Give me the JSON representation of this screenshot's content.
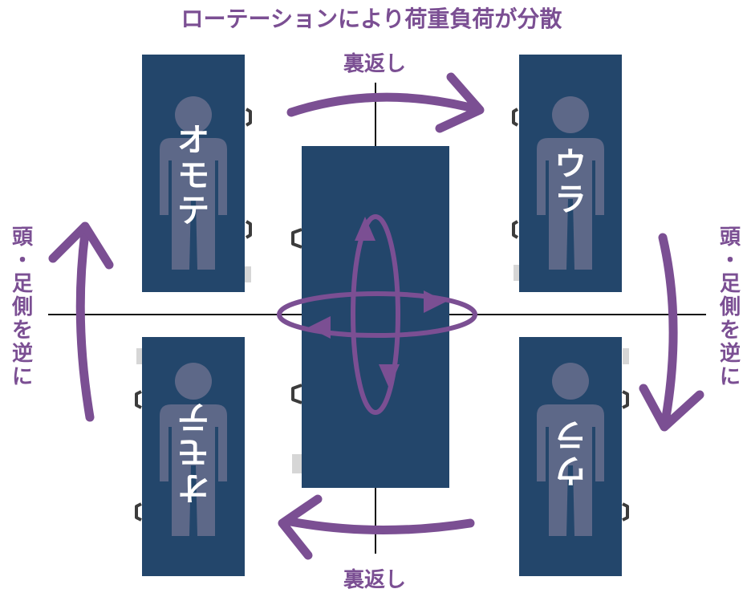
{
  "title": "ローテーションにより荷重負荷が分散",
  "labels": {
    "top_flip": "裏返し",
    "bottom_flip": "裏返し",
    "left_vertical": [
      "頭",
      "・",
      "足",
      "側",
      "を",
      "逆",
      "に"
    ],
    "right_vertical": [
      "頭",
      "・",
      "足",
      "側",
      "を",
      "逆",
      "に"
    ]
  },
  "mattresses": {
    "top_left": [
      "オ",
      "モ",
      "テ"
    ],
    "top_right": [
      "ウ",
      "ラ"
    ],
    "bottom_left": [
      "オ",
      "モ",
      "テ"
    ],
    "bottom_right": [
      "ウ",
      "ラ"
    ]
  },
  "colors": {
    "accent": "#7b4f93",
    "mattress": "#23466b",
    "figure": "#5d6888",
    "axis": "#111111",
    "handle": "#3c3c3c"
  },
  "icons": [
    "person-icon",
    "rotation-arrow-icon",
    "handle-icon"
  ]
}
